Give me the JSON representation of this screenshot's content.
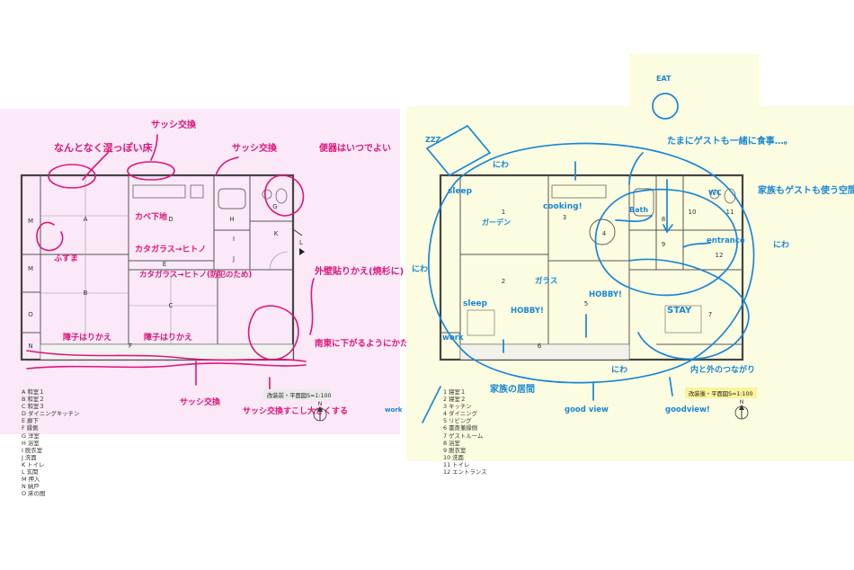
{
  "colors": {
    "before_paper": "#fbe9f8",
    "after_paper": "#fcfde0",
    "before_ink": "#e0157a",
    "after_ink": "#1a86d6",
    "plan_line": "#555555",
    "scale_label_before": "#eaeaea",
    "scale_label_after": "#fbf49c"
  },
  "before": {
    "scale_label": "改装前・平面図S=1:100",
    "north": "N",
    "rooms": [
      {
        "code": "A",
        "name": "和室１"
      },
      {
        "code": "B",
        "name": "和室２"
      },
      {
        "code": "C",
        "name": "和室３"
      },
      {
        "code": "D",
        "name": "ダイニングキッチン"
      },
      {
        "code": "E",
        "name": "廊下"
      },
      {
        "code": "F",
        "name": "縁側"
      },
      {
        "code": "G",
        "name": "洋室"
      },
      {
        "code": "H",
        "name": "浴室"
      },
      {
        "code": "I",
        "name": "脱衣室"
      },
      {
        "code": "J",
        "name": "洗面"
      },
      {
        "code": "K",
        "name": "トイレ"
      },
      {
        "code": "L",
        "name": "玄関"
      },
      {
        "code": "M",
        "name": "押入"
      },
      {
        "code": "N",
        "name": "納戸"
      },
      {
        "code": "O",
        "name": "床の間"
      }
    ],
    "notes": {
      "n1": "サッシ交換",
      "n2": "なんとなく湿っぽい床",
      "n3": "サッシ交換",
      "n4": "便器はいつでよい",
      "n5": "カベ下地",
      "n6": "カタガラス→ヒトノ",
      "n7": "カタガラス→ヒトノ(防犯のため)",
      "n8": "ふすま",
      "n9": "障子はりかえ",
      "n10": "障子はりかえ",
      "n11": "外壁貼りかえ(焼杉に)",
      "n12": "南東に下がるようにかたむいている床",
      "n13": "サッシ交換",
      "n14": "サッシ交換すこし大きくする"
    }
  },
  "after": {
    "scale_label": "改装後・平面図S=1:100",
    "north": "N",
    "rooms": [
      {
        "code": "1",
        "name": "寝室１"
      },
      {
        "code": "2",
        "name": "寝室２"
      },
      {
        "code": "3",
        "name": "キッチン"
      },
      {
        "code": "4",
        "name": "ダイニング"
      },
      {
        "code": "5",
        "name": "リビング"
      },
      {
        "code": "6",
        "name": "書斎兼縁側"
      },
      {
        "code": "7",
        "name": "ゲストルーム"
      },
      {
        "code": "8",
        "name": "浴室"
      },
      {
        "code": "9",
        "name": "脱衣室"
      },
      {
        "code": "10",
        "name": "洗面"
      },
      {
        "code": "11",
        "name": "トイレ"
      },
      {
        "code": "12",
        "name": "エントランス"
      }
    ],
    "notes": {
      "eat": "EAT",
      "zzz": "ZZZ",
      "sleep1": "sleep",
      "niwa1": "にわ",
      "cooking": "cooking!",
      "guest": "たまにゲストも一緒に食事…。",
      "family_guest": "家族もゲストも使う空間",
      "wc": "WC",
      "bath": "Bath",
      "entrance": "entrance",
      "niwa2": "にわ",
      "garden": "ガーデン",
      "glass": "ガラス",
      "hobby1": "HOBBY!",
      "sleep2": "sleep",
      "hobby2": "HOBBY!",
      "stay": "STAY",
      "work": "work",
      "niwa3": "にわ",
      "niwa4": "にわ",
      "family": "家族の居間",
      "goodview1": "good view",
      "goodview2": "goodview!",
      "connect": "内と外のつながり",
      "work2": "work"
    }
  }
}
